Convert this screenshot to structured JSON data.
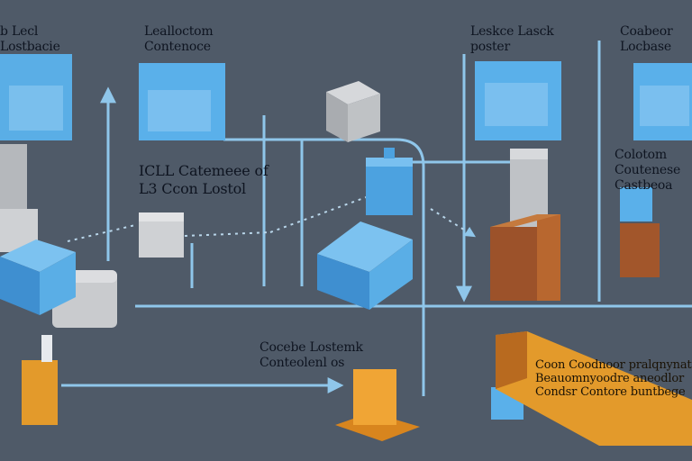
{
  "labels": {
    "top_left": [
      "b Lecl",
      "Lostbacie"
    ],
    "top_center_left": [
      "Lealloctom",
      "Contenoce"
    ],
    "top_center_right": [
      "Leskce Lasck",
      "poster"
    ],
    "top_right": [
      "Coabeor",
      "Locbase"
    ],
    "mid_left": [
      "ICLL Catemeee of",
      "L3 Ccon Lostol"
    ],
    "mid_right": [
      "Colotom",
      "Coutenese",
      "Castbeoa"
    ],
    "bottom_center": [
      "Cocebe Lostemk",
      "Conteolenl os"
    ],
    "bottom_right": [
      "Coon Coodnoor pralqnynatrl",
      "Beauomnyoodre aneodlor",
      "Condsr Contore buntbege"
    ]
  },
  "colors": {
    "background": "#4f5a68",
    "blue_box": "#5ab0ea",
    "grey_box": "#c7c9cc",
    "brown_box": "#a2562b",
    "orange_box": "#e39a2b",
    "line": "#8fc6ea"
  }
}
